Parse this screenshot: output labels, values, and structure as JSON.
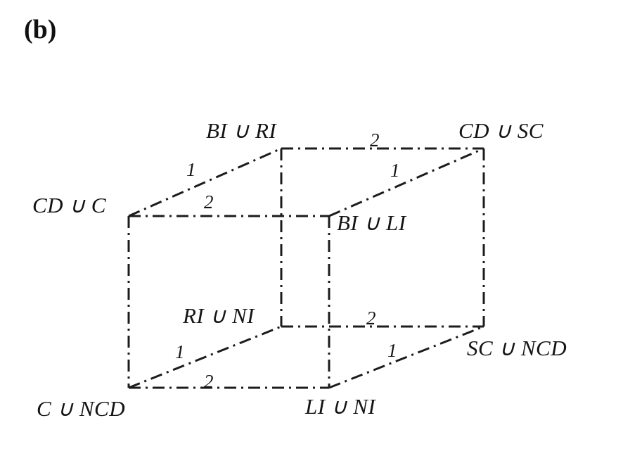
{
  "figure": {
    "panel_label": "(b)",
    "vertices": {
      "back_top_left": "BI ∪ RI",
      "back_top_right": "CD ∪ SC",
      "front_top_left": "CD ∪ C",
      "front_top_right": "BI ∪ LI",
      "back_bottom_left": "RI ∪ NI",
      "back_bottom_right": "SC ∪ NCD",
      "front_bottom_left": "C ∪ NCD",
      "front_bottom_right": "LI ∪ NI"
    },
    "edge_labels": {
      "top_left_diag": "1",
      "top_back": "2",
      "top_front": "2",
      "top_right_diag": "1",
      "bottom_back": "2",
      "bottom_left_diag": "1",
      "bottom_front": "2",
      "bottom_right_diag": "1"
    }
  }
}
